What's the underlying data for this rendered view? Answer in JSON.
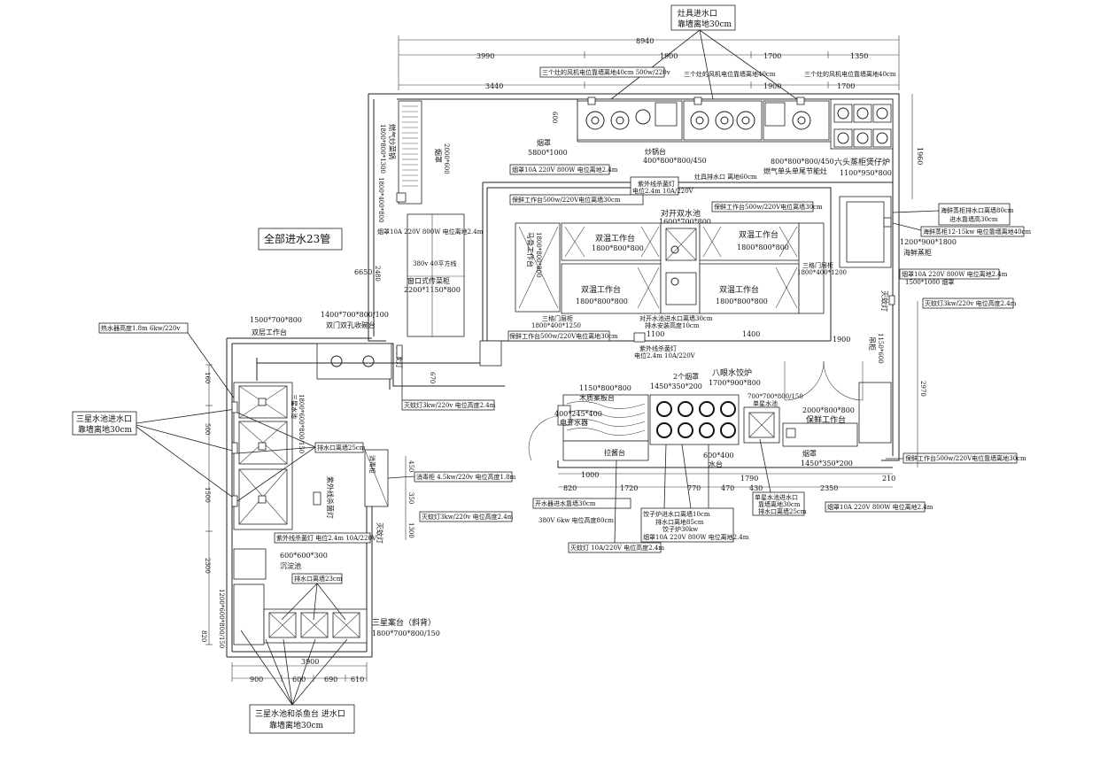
{
  "labels": {
    "stove_water": "灶具进水口",
    "stove_water2": "靠墙离地30cm",
    "total_water": "全部进水23管",
    "dim_8940": "8940",
    "dim_3990": "3990",
    "dim_1900": "1900",
    "dim_1700a": "1700",
    "dim_1350": "1350",
    "dim_3440": "3440",
    "dim_1900b": "1900",
    "dim_1700b": "1700",
    "note_fan1": "三个灶的风机电位靠墙离地40cm 500w/220v",
    "note_fan2": "三个灶的风机电位靠墙离地40cm",
    "note_fan3": "三个灶的风机电位靠墙离地40cm",
    "hood_main": "烟罩",
    "hood_main_size": "5800*1000",
    "hood_main_note": "烟罩10A 220V 800W 电位离地2.4m",
    "stove_pot": "炒锅台",
    "stove_pot_size": "400*800*800/450",
    "stove_drain": "灶具排水口 离地60cm",
    "energy_stove_size": "800*800*800/450",
    "energy_stove": "燃气单头单尾节能灶",
    "steam_oven": "六头蒸柜煲仔炉",
    "steam_oven_size": "1100*950*800",
    "dim_1960": "1960",
    "dim_600": "600",
    "gas_boiler": "燃气炒菜锅",
    "gas_boiler_size": "1800*800*1300",
    "hood2": "烟罩",
    "hood2_size": "2000*600",
    "uv_lamp_top": "紫外线杀菌灯",
    "uv_lamp_top_note": "电位2.4m 10A/220V",
    "fresh_note1": "保鲜工作台500w/220V电位离墙30cm",
    "fresh_note2": "保鲜工作台500w/220V电位离墙30cm",
    "double_sink": "对开双水池",
    "double_sink_size": "1600*700*800",
    "workbench1": "双温工作台",
    "workbench1_size": "1800*800*800",
    "workbench2": "双温工作台",
    "workbench2_size": "1800*800*800",
    "workbench3": "双温工作台",
    "workbench3_size": "1800*800*800",
    "workbench4": "双温工作台",
    "workbench4_size": "1800*800*800",
    "lift_bench": "马骨工作台",
    "lift_bench_size": "1800*800*800",
    "door_rack": "三格门层柜",
    "door_rack_size": "1800*400*1200",
    "three_rack": "三格门层柜",
    "three_rack_size": "1800*400*1250",
    "sink_water_note": "对开水池进水口离墙30cm",
    "sink_drain_note": "排水安装高度10cm",
    "fresh_note3": "保鲜工作台500w/220V电位离地30cm",
    "dim_1100": "1100",
    "dim_1400": "1400",
    "dim_1900c": "1900",
    "uv_lamp_mid": "紫外线杀菌灯",
    "uv_lamp_mid_note": "电位2.4m 10A/220V",
    "seafood_drain": "海鲜蒸柜排水口离墙80cm",
    "seafood_water": "进水靠墙高30cm",
    "seafood_power": "海鲜蒸柜12-15kw 电位靠墙离地40cm",
    "seafood_size": "1200*900*1800",
    "seafood": "海鲜蒸柜",
    "hood3_note": "烟罩10A 220V 800W 电位离地2.4m",
    "hood3_size": "1500*1000 烟罩",
    "insect_lamp1": "灭蚊灯",
    "insect_note1": "灭蚊灯3kw/220v 电位高度2.4m",
    "hood4_note": "烟罩10A 220V 800W 电位离地2.4m",
    "tbl_6650": "6650",
    "tbl_2480": "2480",
    "tbl_1800": "1800*400*800",
    "veg_rack": "烟罩",
    "gas_hood_note": "烟罩10A 220V 800W 电位离地2.4m",
    "shelf_rack": "380v 40平方线",
    "shelf_board": "窗口式传菜柜",
    "shelf_board_size": "2200*1150*800",
    "double_hole": "双门双孔收碗台",
    "double_hole_size": "1400*700*800/100",
    "double_table_size": "1500*700*800",
    "double_table": "双层工作台",
    "heater": "热水器高度1.8m 6kw/220v",
    "insect_lamp2": "灭蚊灯",
    "insect_note2": "灭蚊灯3kw/220v 电位高度2.4m",
    "dim_670": "670",
    "three_sink_water": "三星水池进水口",
    "three_sink_water2": "靠墙离地30cm",
    "drain25": "排水口离墙25cm",
    "dim_160": "160",
    "dim_500": "500",
    "dim_1500": "1500",
    "wash_sink": "三星水池",
    "wash_sink_size": "1800*600*800/150",
    "uv_lamp_left": "紫外线杀菌灯",
    "uv_lamp_left_note": "紫外线杀菌灯 电位2.4m 10A/220V",
    "sterilizer": "消毒柜",
    "sterilizer_note": "消毒柜 4.5kw/220v 电位高度1.8m",
    "insect_note3": "灭蚊灯3kw/220v 电位高度2.4m",
    "insect_lamp3": "灭蚊灯",
    "dim_450": "450",
    "dim_350": "350",
    "dim_1300": "1300",
    "dim_2300": "2300",
    "sediment": "沉淀池",
    "sediment_size": "600*600*300",
    "drain23": "排水口离墙23cm",
    "three_star_table": "三星案台（斜背）",
    "three_star_table_size": "1800*700*800/150",
    "dim_3900": "3900",
    "dim_900": "900",
    "dim_600b": "600",
    "dim_690": "690",
    "dim_610": "610",
    "dim_820": "820",
    "fish_sink_water": "三星水池和杀鱼台 进水口",
    "fish_sink_water2": "靠墙离地30cm",
    "side_cabinet": "1200*600*800/150",
    "cutting": "木质案板台",
    "cutting_size": "1150*800*800",
    "boiler_size": "400*245*400",
    "boiler": "电开水器",
    "boiler_water": "开水器进水靠墙30cm",
    "boiler_power": "380V 6kw 电位高度80cm",
    "dumpling_hood": "2个烟罩",
    "dumpling_hood_size": "1450*350*200",
    "dumpling_stove": "八眼水饺炉",
    "dumpling_stove_size": "1700*900*800",
    "single_sink_size": "700*700*800/150",
    "single_sink": "单星水池",
    "fresh_bench_size": "2000*800*800",
    "fresh_bench": "保鲜工作台",
    "hood5": "烟罩",
    "hood5_size": "1450*350*200",
    "fresh_note4": "保鲜工作台500w/220V电位靠墙离地30cm",
    "dim_2970": "2970",
    "cabinet_top": "吊柜",
    "cabinet_top_size": "1150*600",
    "dim_1000": "1000",
    "dim_1720": "1720",
    "dim_770": "770",
    "dim_470": "470",
    "dim_1790": "1790",
    "dim_430": "430",
    "dim_2350": "2350",
    "dim_210": "210",
    "water_tap": "水台",
    "water_tap_size": "600*400",
    "sauce_table": "拉酱台",
    "dumpling_water": "饺子炉进水口离墙10cm",
    "dumpling_drain": "排水口离地85cm",
    "dumpling_power": "饺子炉30kw",
    "dumpling_hood_note": "烟罩10A 220V 800W 电位离地2.4m",
    "single_water": "单星水池进水口",
    "single_water2": "靠墙离地30cm",
    "single_drain": "排水口离墙25cm",
    "hood6_note": "烟罩10A 220V 800W 电位离地2.4m",
    "insect_note4": "灭蚊灯 10A/220V 电位高度2.4m",
    "insect_lamp4": "灭蚊灯"
  }
}
